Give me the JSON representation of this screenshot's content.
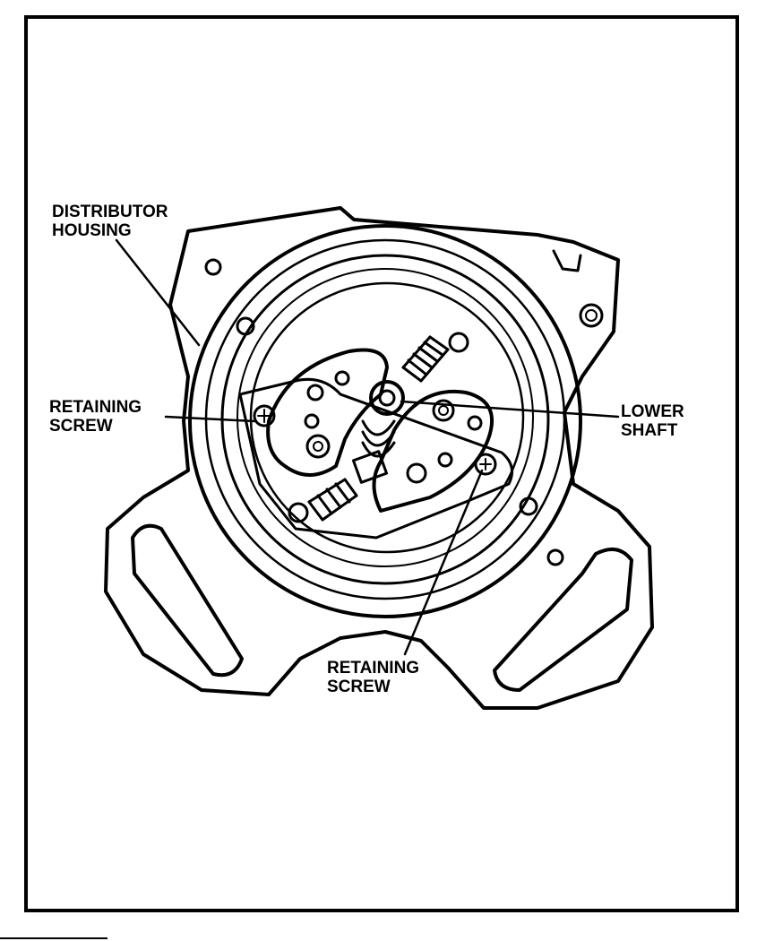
{
  "labels": {
    "distributor_housing": "DISTRIBUTOR\nHOUSING",
    "retaining_screw_left": "RETAINING\nSCREW",
    "lower_shaft": "LOWER\nSHAFT",
    "retaining_screw_bottom": "RETAINING\nSCREW"
  },
  "colors": {
    "ink": "#000000",
    "paper": "#ffffff"
  }
}
